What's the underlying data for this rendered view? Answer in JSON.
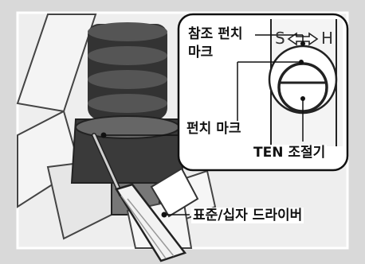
{
  "labels": {
    "reference_punch_mark_line1": "참조 펀치",
    "reference_punch_mark_line2": "마크",
    "punch_mark": "펀치 마크",
    "ten_adjuster": "TEN 조절기",
    "screwdriver": "표준/십자 드라이버"
  },
  "dial_markings": {
    "soft": "S",
    "hard": "H"
  },
  "colors": {
    "background": "#d9d9d9",
    "line": "#111111",
    "callout_bg": "#ffffff"
  }
}
